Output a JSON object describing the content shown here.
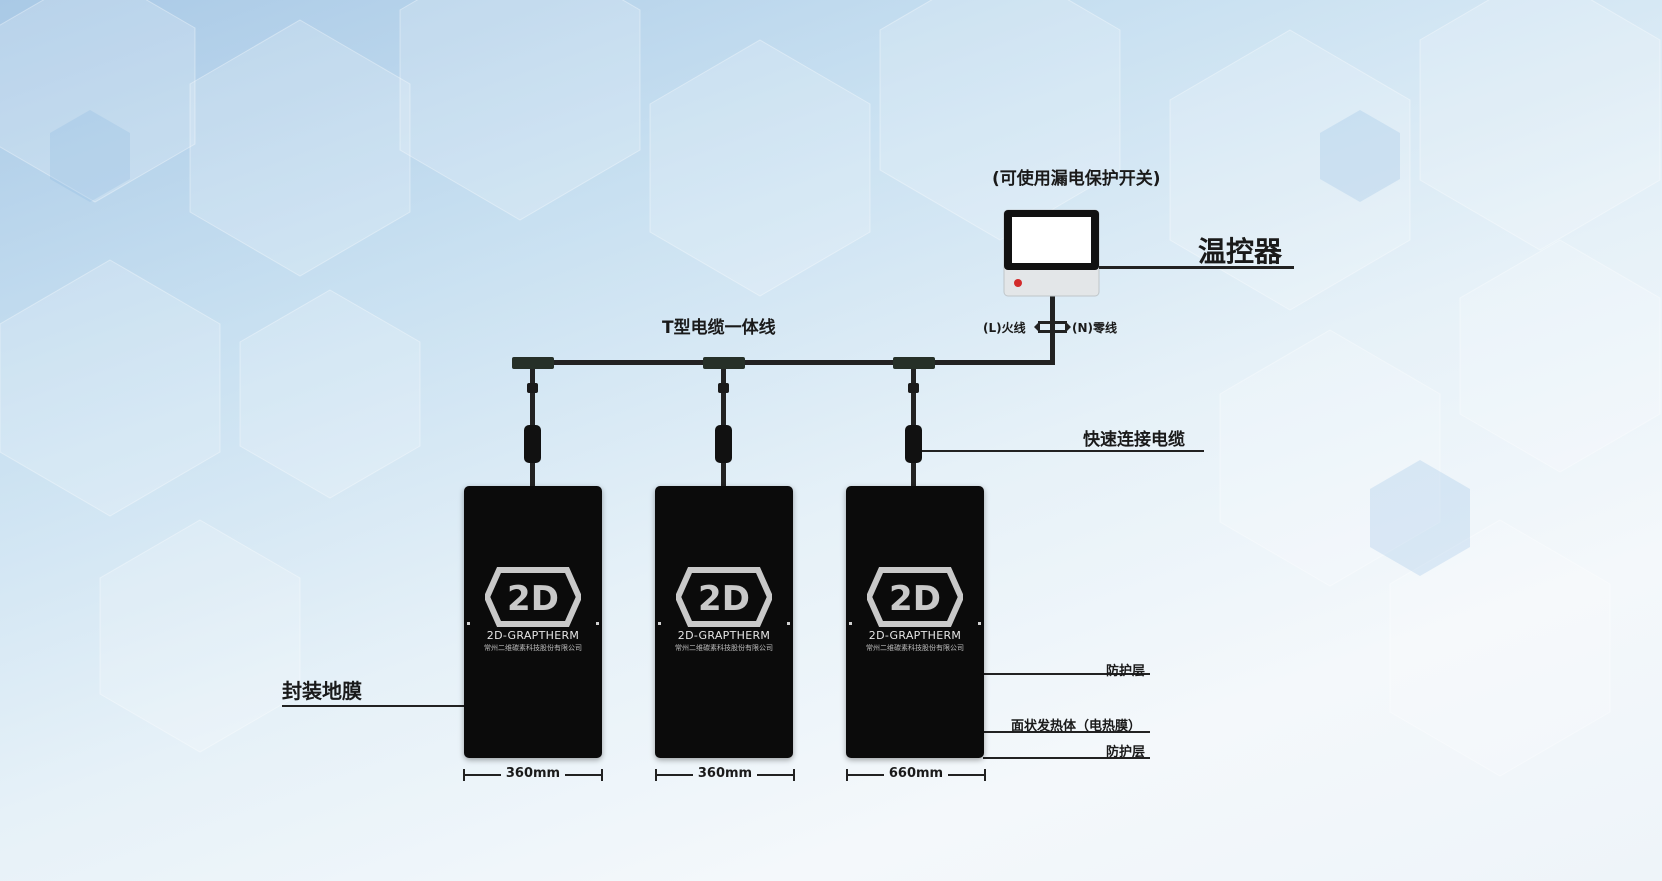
{
  "labels": {
    "leakage_note": "(可使用漏电保护开关)",
    "thermostat": "温控器",
    "live_wire": "(L)火线",
    "neutral_wire": "(N)零线",
    "t_cable": "T型电缆一体线",
    "quick_connect": "快速连接电缆",
    "sealed_film": "封装地膜",
    "protective_layer_top": "防护层",
    "heating_element": "面状发热体（电热膜）",
    "protective_layer_bottom": "防护层"
  },
  "panels": [
    {
      "brand": "2D-GRAPTHERM",
      "logo_text": "2D",
      "company": "常州二维碳素科技股份有限公司",
      "width_label": "360mm"
    },
    {
      "brand": "2D-GRAPTHERM",
      "logo_text": "2D",
      "company": "常州二维碳素科技股份有限公司",
      "width_label": "360mm"
    },
    {
      "brand": "2D-GRAPTHERM",
      "logo_text": "2D",
      "company": "常州二维碳素科技股份有限公司",
      "width_label": "660mm"
    }
  ],
  "colors": {
    "panel": "#0b0b0b",
    "thermostat_frame": "#e3e6e8",
    "thermostat_screen": "#ffffff",
    "thermostat_led": "#d22b2b",
    "wire": "#222222",
    "logo": "#c9c9c9"
  },
  "icons": {
    "thermostat": "thermostat-icon",
    "t_connector": "t-connector-icon",
    "quick_connector": "quick-connector-icon",
    "panel_logo": "2d-logo-icon"
  }
}
